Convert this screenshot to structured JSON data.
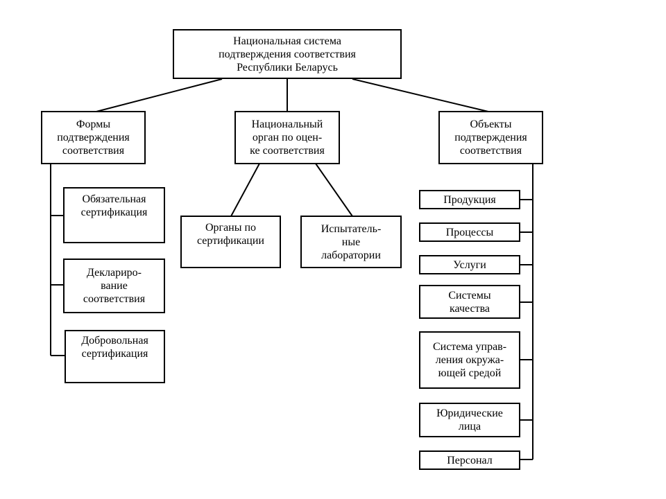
{
  "root": {
    "label": "Национальная система\nподтверждения соответствия\nРеспублики Беларусь"
  },
  "branches": {
    "forms": {
      "label": "Формы\nподтверждения\nсоответствия"
    },
    "organ": {
      "label": "Национальный\nорган по оцен-\nке соответствия"
    },
    "objects": {
      "label": "Объекты\nподтверждения\nсоответствия"
    }
  },
  "forms_items": [
    {
      "label": "Обязательная\nсертификация"
    },
    {
      "label": "Деклариро-\nвание\nсоответствия"
    },
    {
      "label": "Добровольная\nсертификация"
    }
  ],
  "organ_items": [
    {
      "label": "Органы по\nсертификации"
    },
    {
      "label": "Испытатель-\nные\nлаборатории"
    }
  ],
  "objects_items": [
    {
      "label": "Продукция"
    },
    {
      "label": "Процессы"
    },
    {
      "label": "Услуги"
    },
    {
      "label": "Системы\nкачества"
    },
    {
      "label": "Система управ-\nления окружа-\nющей средой"
    },
    {
      "label": "Юридические\nлица"
    },
    {
      "label": "Персонал"
    }
  ]
}
